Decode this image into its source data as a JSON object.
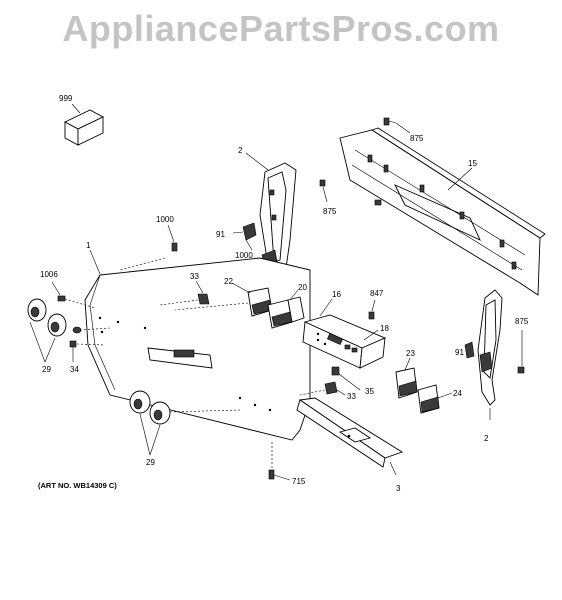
{
  "watermark": "AppliancePartsPros.com",
  "art_number": "(ART NO. WB14309 C)",
  "callouts": {
    "c999": "999",
    "c875a": "875",
    "c2a": "2",
    "c15": "15",
    "c875b": "875",
    "c1000a": "1000",
    "c91a": "91",
    "c1000b": "1000",
    "c1": "1",
    "c1006": "1006",
    "c33a": "33",
    "c22": "22",
    "c20": "20",
    "c16": "16",
    "c847": "847",
    "c18": "18",
    "c875c": "875",
    "c29a": "29",
    "c34": "34",
    "c23": "23",
    "c91b": "91",
    "c35": "35",
    "c33b": "33",
    "c24": "24",
    "c2b": "2",
    "c29b": "29",
    "c715": "715",
    "c3": "3"
  },
  "colors": {
    "watermark": "#c4c4c4",
    "line": "#000000"
  }
}
